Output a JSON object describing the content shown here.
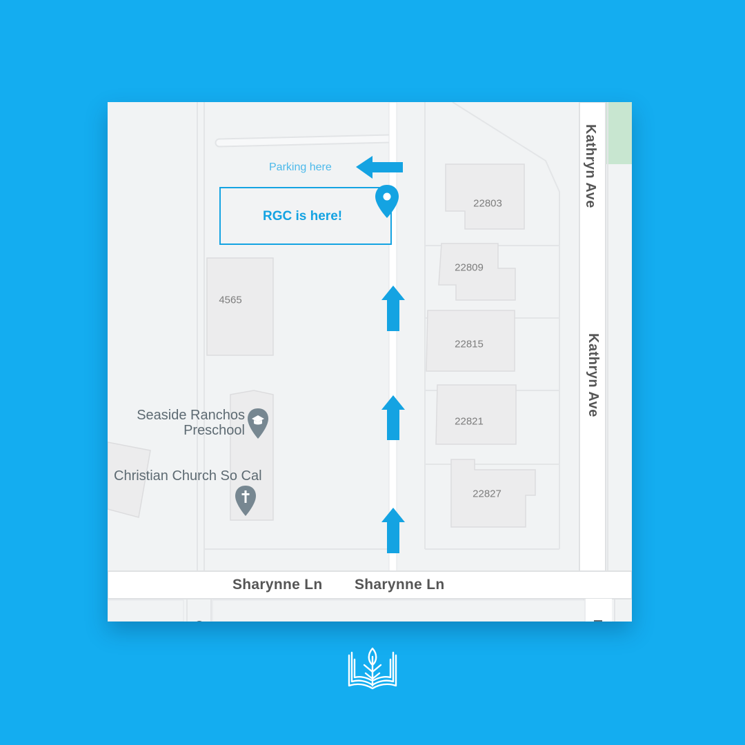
{
  "map": {
    "parking_label": "Parking here",
    "destination_label": "RGC is here!",
    "building_numbers": [
      "22803",
      "22809",
      "22815",
      "22821",
      "22827",
      "4565"
    ],
    "places": [
      {
        "name": "Seaside Ranchos Preschool",
        "icon": "graduation-cap-pin-icon",
        "lines": [
          "Seaside Ranchos",
          "Preschool"
        ]
      },
      {
        "name": "Christian Church So Cal",
        "icon": "cross-pin-icon"
      }
    ],
    "streets": {
      "horizontal": "Sharynne Ln",
      "vertical": "Kathryn Ave"
    },
    "route_arrows": [
      "up-arrow-icon",
      "up-arrow-icon",
      "up-arrow-icon",
      "left-arrow-icon"
    ],
    "colors": {
      "background": "#14adf0",
      "map_land": "#f1f3f4",
      "road": "#ffffff",
      "building": "#ececed",
      "park": "#c8e6d0",
      "accent": "#14a3e2",
      "place_icon": "#778791"
    }
  },
  "logo": {
    "icon": "open-book-leaf-icon"
  }
}
